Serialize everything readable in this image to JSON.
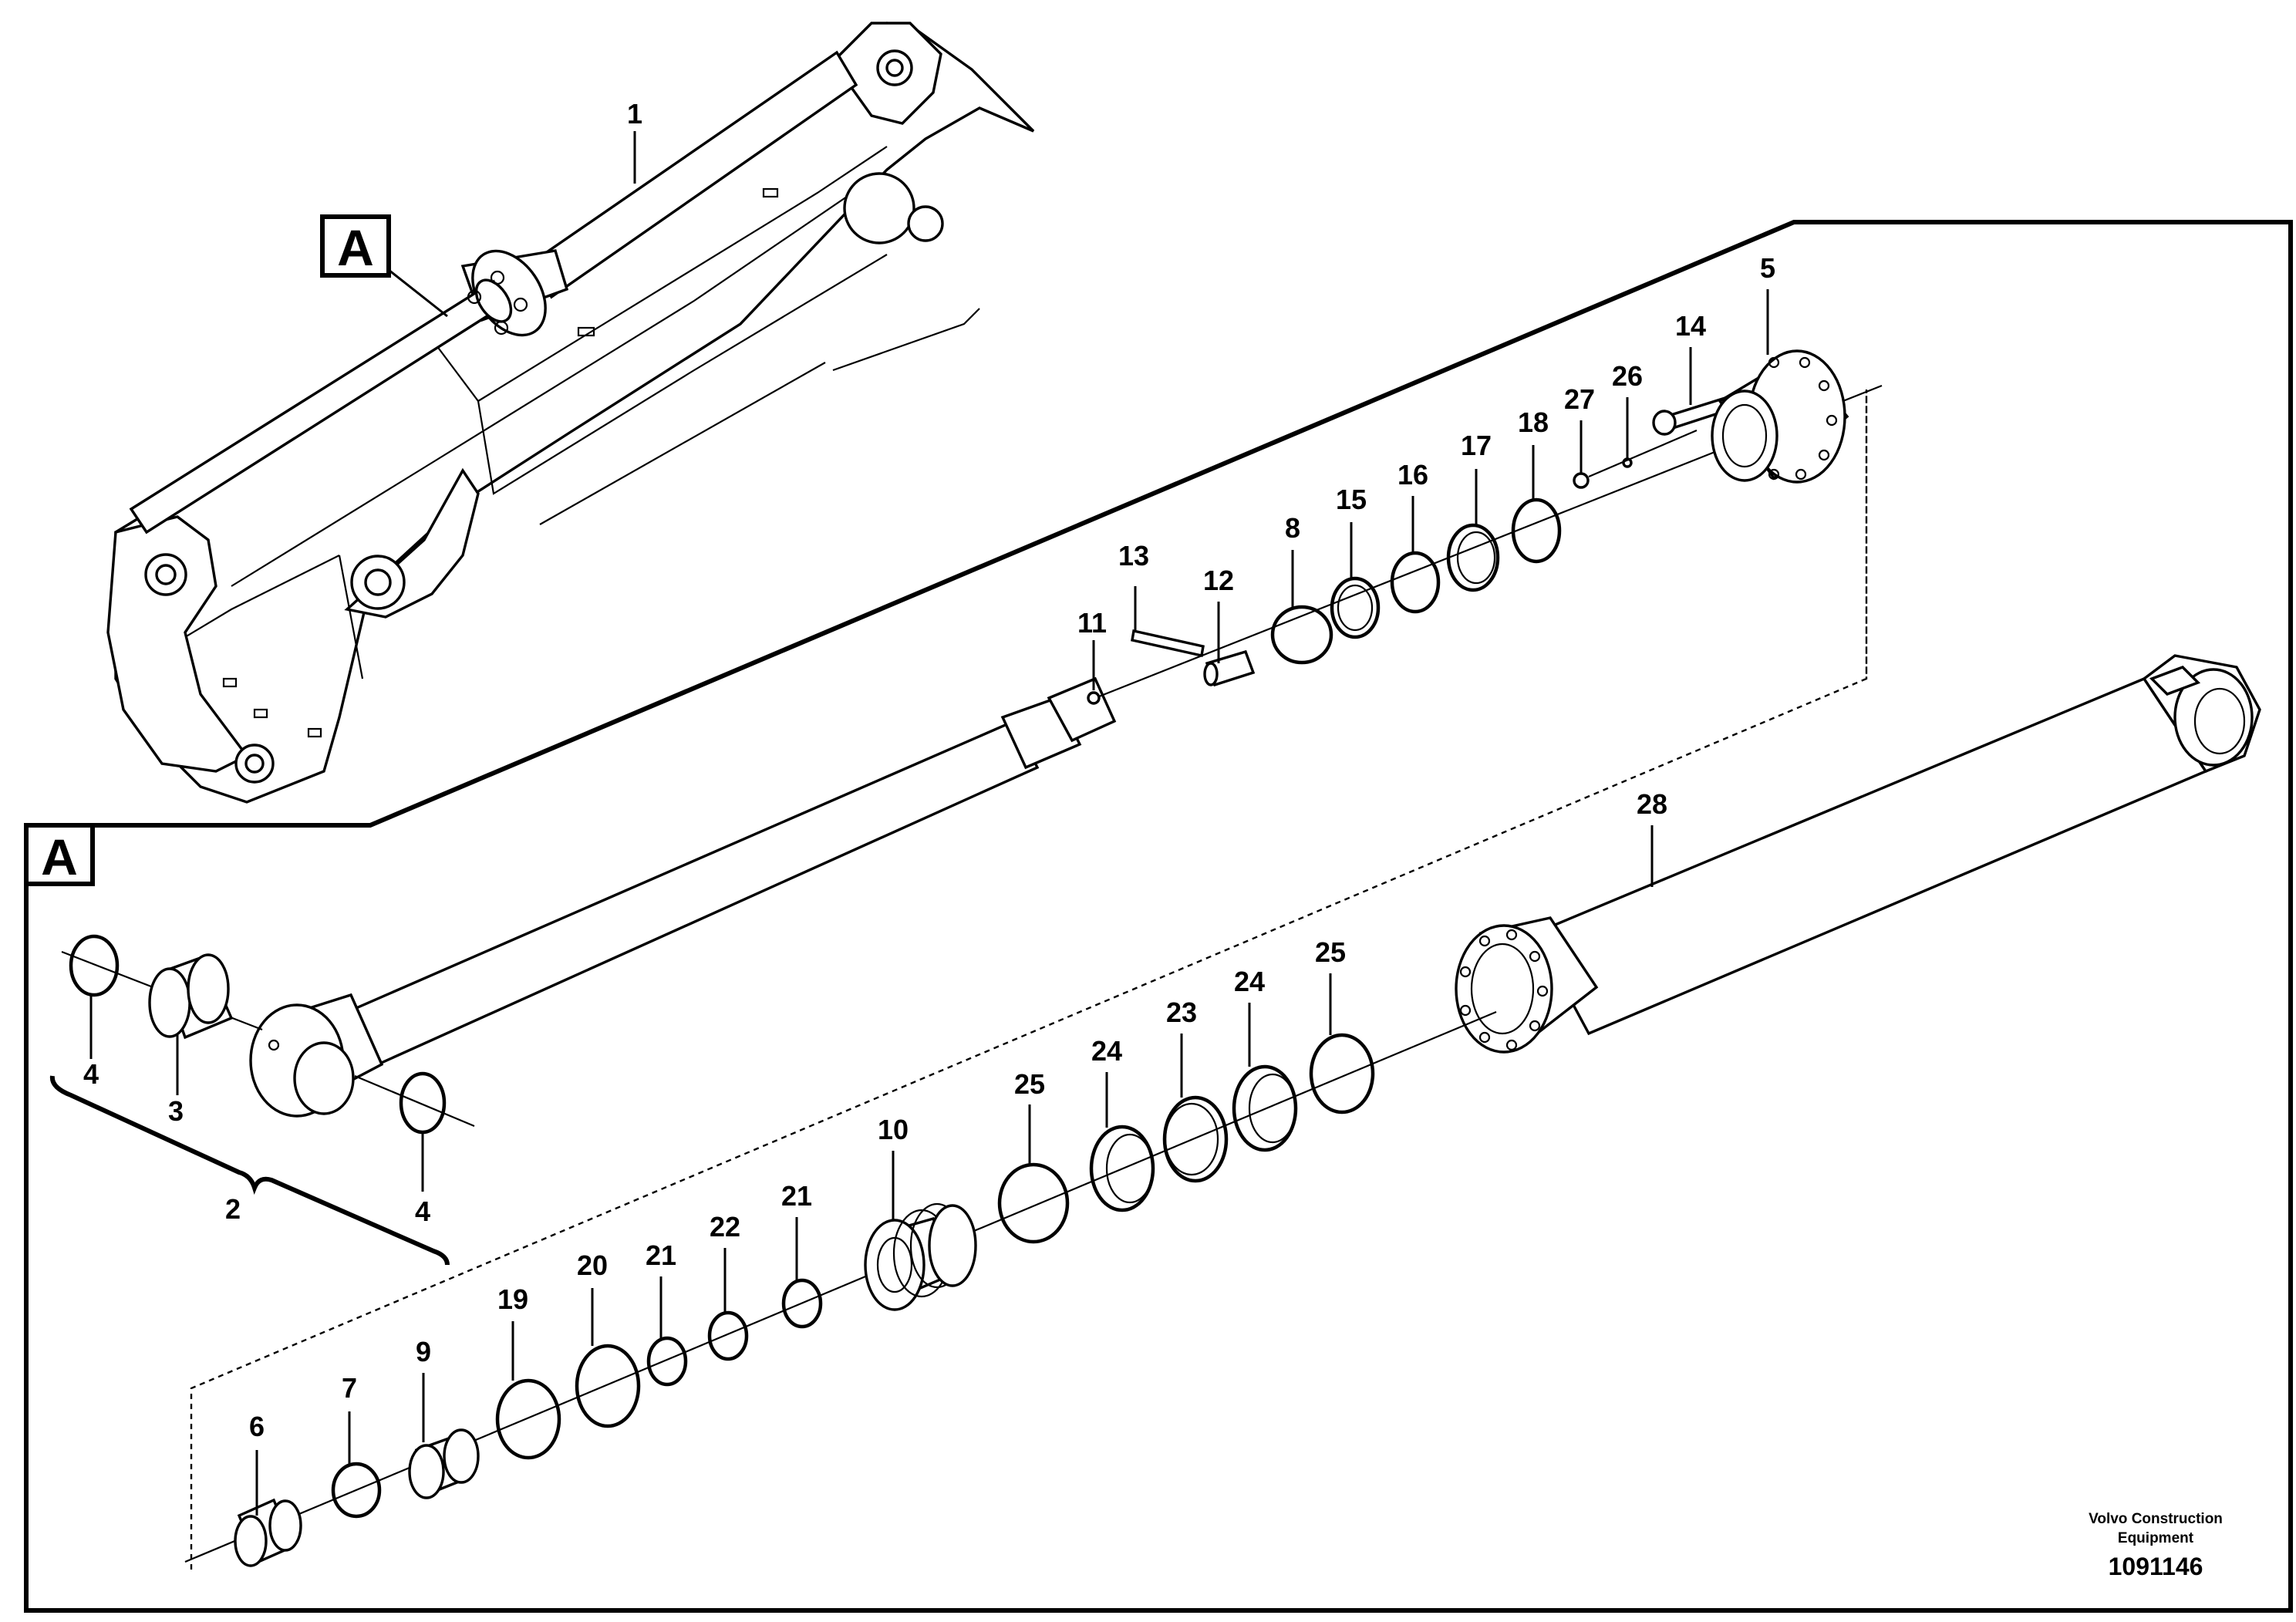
{
  "detail_marker": "A",
  "callouts": {
    "c1": "1",
    "c2": "2",
    "c3": "3",
    "c4a": "4",
    "c4b": "4",
    "c5": "5",
    "c6": "6",
    "c7": "7",
    "c8": "8",
    "c9": "9",
    "c10": "10",
    "c11": "11",
    "c12": "12",
    "c13": "13",
    "c14": "14",
    "c15": "15",
    "c16": "16",
    "c17": "17",
    "c18": "18",
    "c19": "19",
    "c20": "20",
    "c21a": "21",
    "c21b": "21",
    "c22": "22",
    "c23": "23",
    "c24a": "24",
    "c24b": "24",
    "c25a": "25",
    "c25b": "25",
    "c26": "26",
    "c27": "27",
    "c28": "28"
  },
  "footer": {
    "brand_line1": "Volvo Construction",
    "brand_line2": "Equipment",
    "document_number": "1091146"
  }
}
